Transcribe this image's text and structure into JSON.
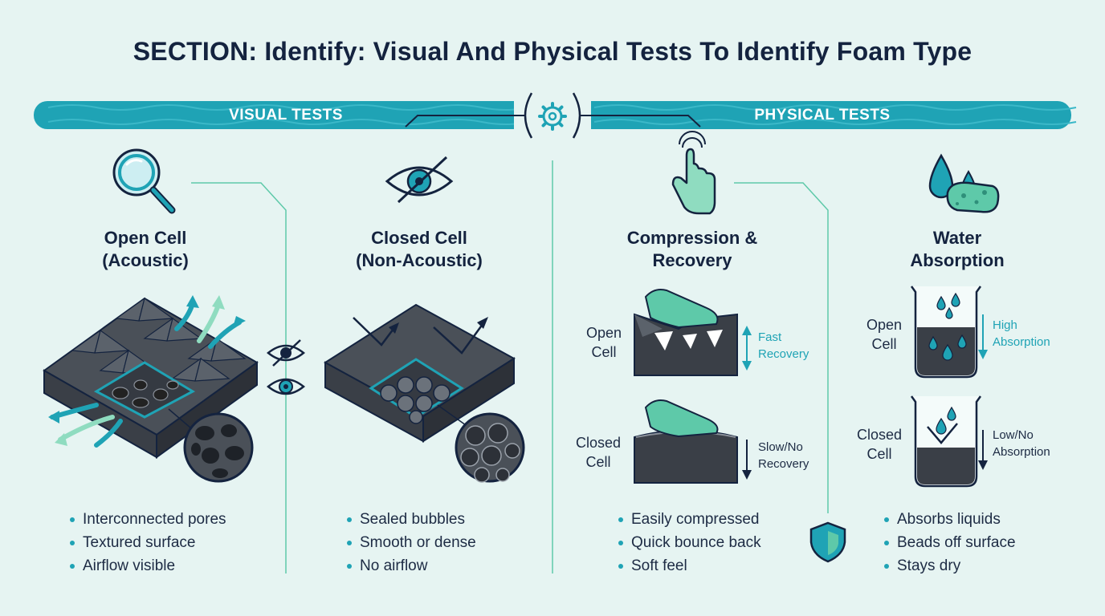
{
  "title": "SECTION: Identify: Visual And Physical Tests To Identify Foam Type",
  "banner": {
    "left_label": "VISUAL TESTS",
    "right_label": "PHYSICAL TESTS",
    "center_icon": "gear-icon"
  },
  "columns": [
    {
      "icon": "magnifier-icon",
      "title": "Open Cell\n(Acoustic)",
      "bullets": [
        "Interconnected pores",
        "Textured surface",
        "Airflow visible"
      ]
    },
    {
      "icon": "eye-slash-icon",
      "title": "Closed Cell\n(Non-Acoustic)",
      "bullets": [
        "Sealed bubbles",
        "Smooth or dense",
        "No airflow"
      ]
    },
    {
      "icon": "pointing-hand-icon",
      "title": "Compression &\nRecovery",
      "rows": [
        {
          "label": "Open\nCell",
          "note": "Fast\nRecovery"
        },
        {
          "label": "Closed\nCell",
          "note": "Slow/No\nRecovery"
        }
      ],
      "bullets": [
        "Easily compressed",
        "Quick bounce back",
        "Soft feel"
      ]
    },
    {
      "icon": "water-drops-sponge-icon",
      "title": "Water\nAbsorption",
      "rows": [
        {
          "label": "Open\nCell",
          "note": "High\nAbsorption"
        },
        {
          "label": "Closed\nCell",
          "note": "Low/No\nAbsorption"
        }
      ],
      "bullets": [
        "Absorbs liquids",
        "Beads off surface",
        "Stays dry"
      ]
    }
  ],
  "colors": {
    "background": "#e6f4f2",
    "accent": "#1fa3b5",
    "mint": "#5ec9a9",
    "dark": "#14233f",
    "foam": "#4a5058"
  }
}
